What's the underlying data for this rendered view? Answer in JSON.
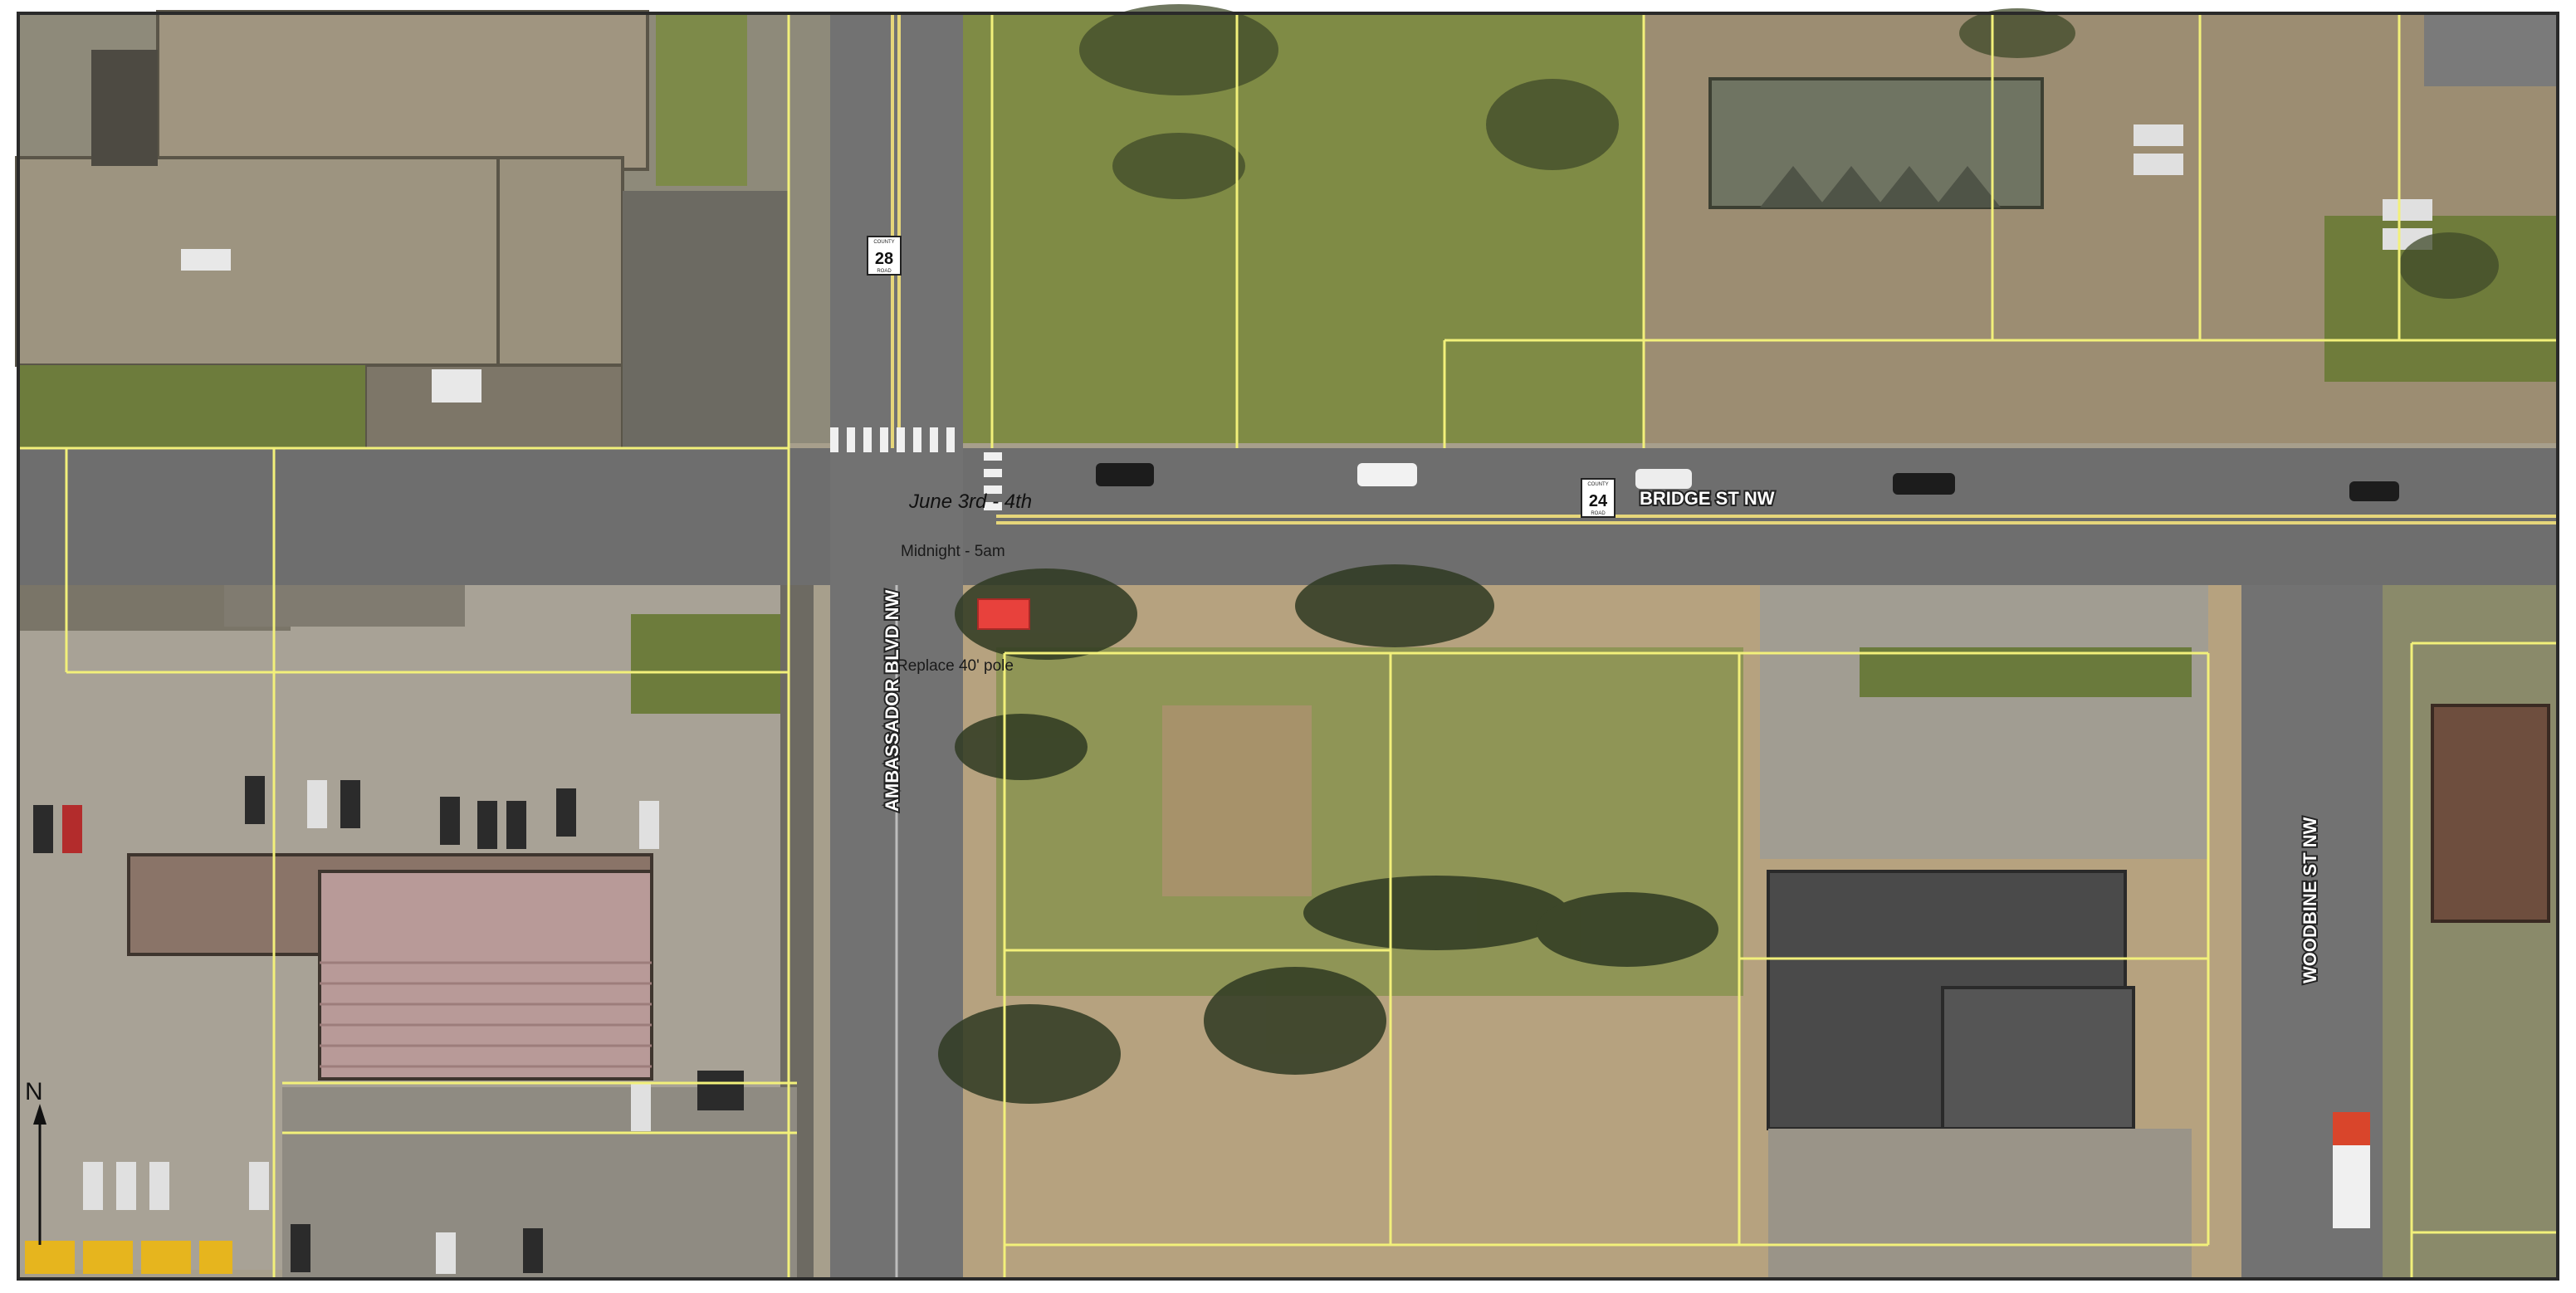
{
  "streets": {
    "bridge": "BRIDGE ST NW",
    "ambassador": "AMBASSADOR BLVD NW",
    "woodbine": "WOODBINE ST NW"
  },
  "shields": {
    "county_28": {
      "word": "COUNTY",
      "number": "28",
      "sub": "ROAD"
    },
    "county_24": {
      "word": "COUNTY",
      "number": "24",
      "sub": "ROAD"
    }
  },
  "annotations": {
    "date_handwritten": "June 3rd - 4th",
    "time_note": "Midnight - 5am",
    "replace_note": "Replace 40' pole"
  },
  "north_arrow": {
    "label": "N"
  },
  "colors": {
    "parcel_line": "#f2f07a",
    "road": "#6f6f6f",
    "grass": "#8d9a55",
    "dry_grass": "#b6a27f",
    "roof": "#4a4a4a",
    "pole_marker": "#e8413c",
    "street_label_fill": "#ffffff",
    "street_label_stroke": "#222222"
  }
}
